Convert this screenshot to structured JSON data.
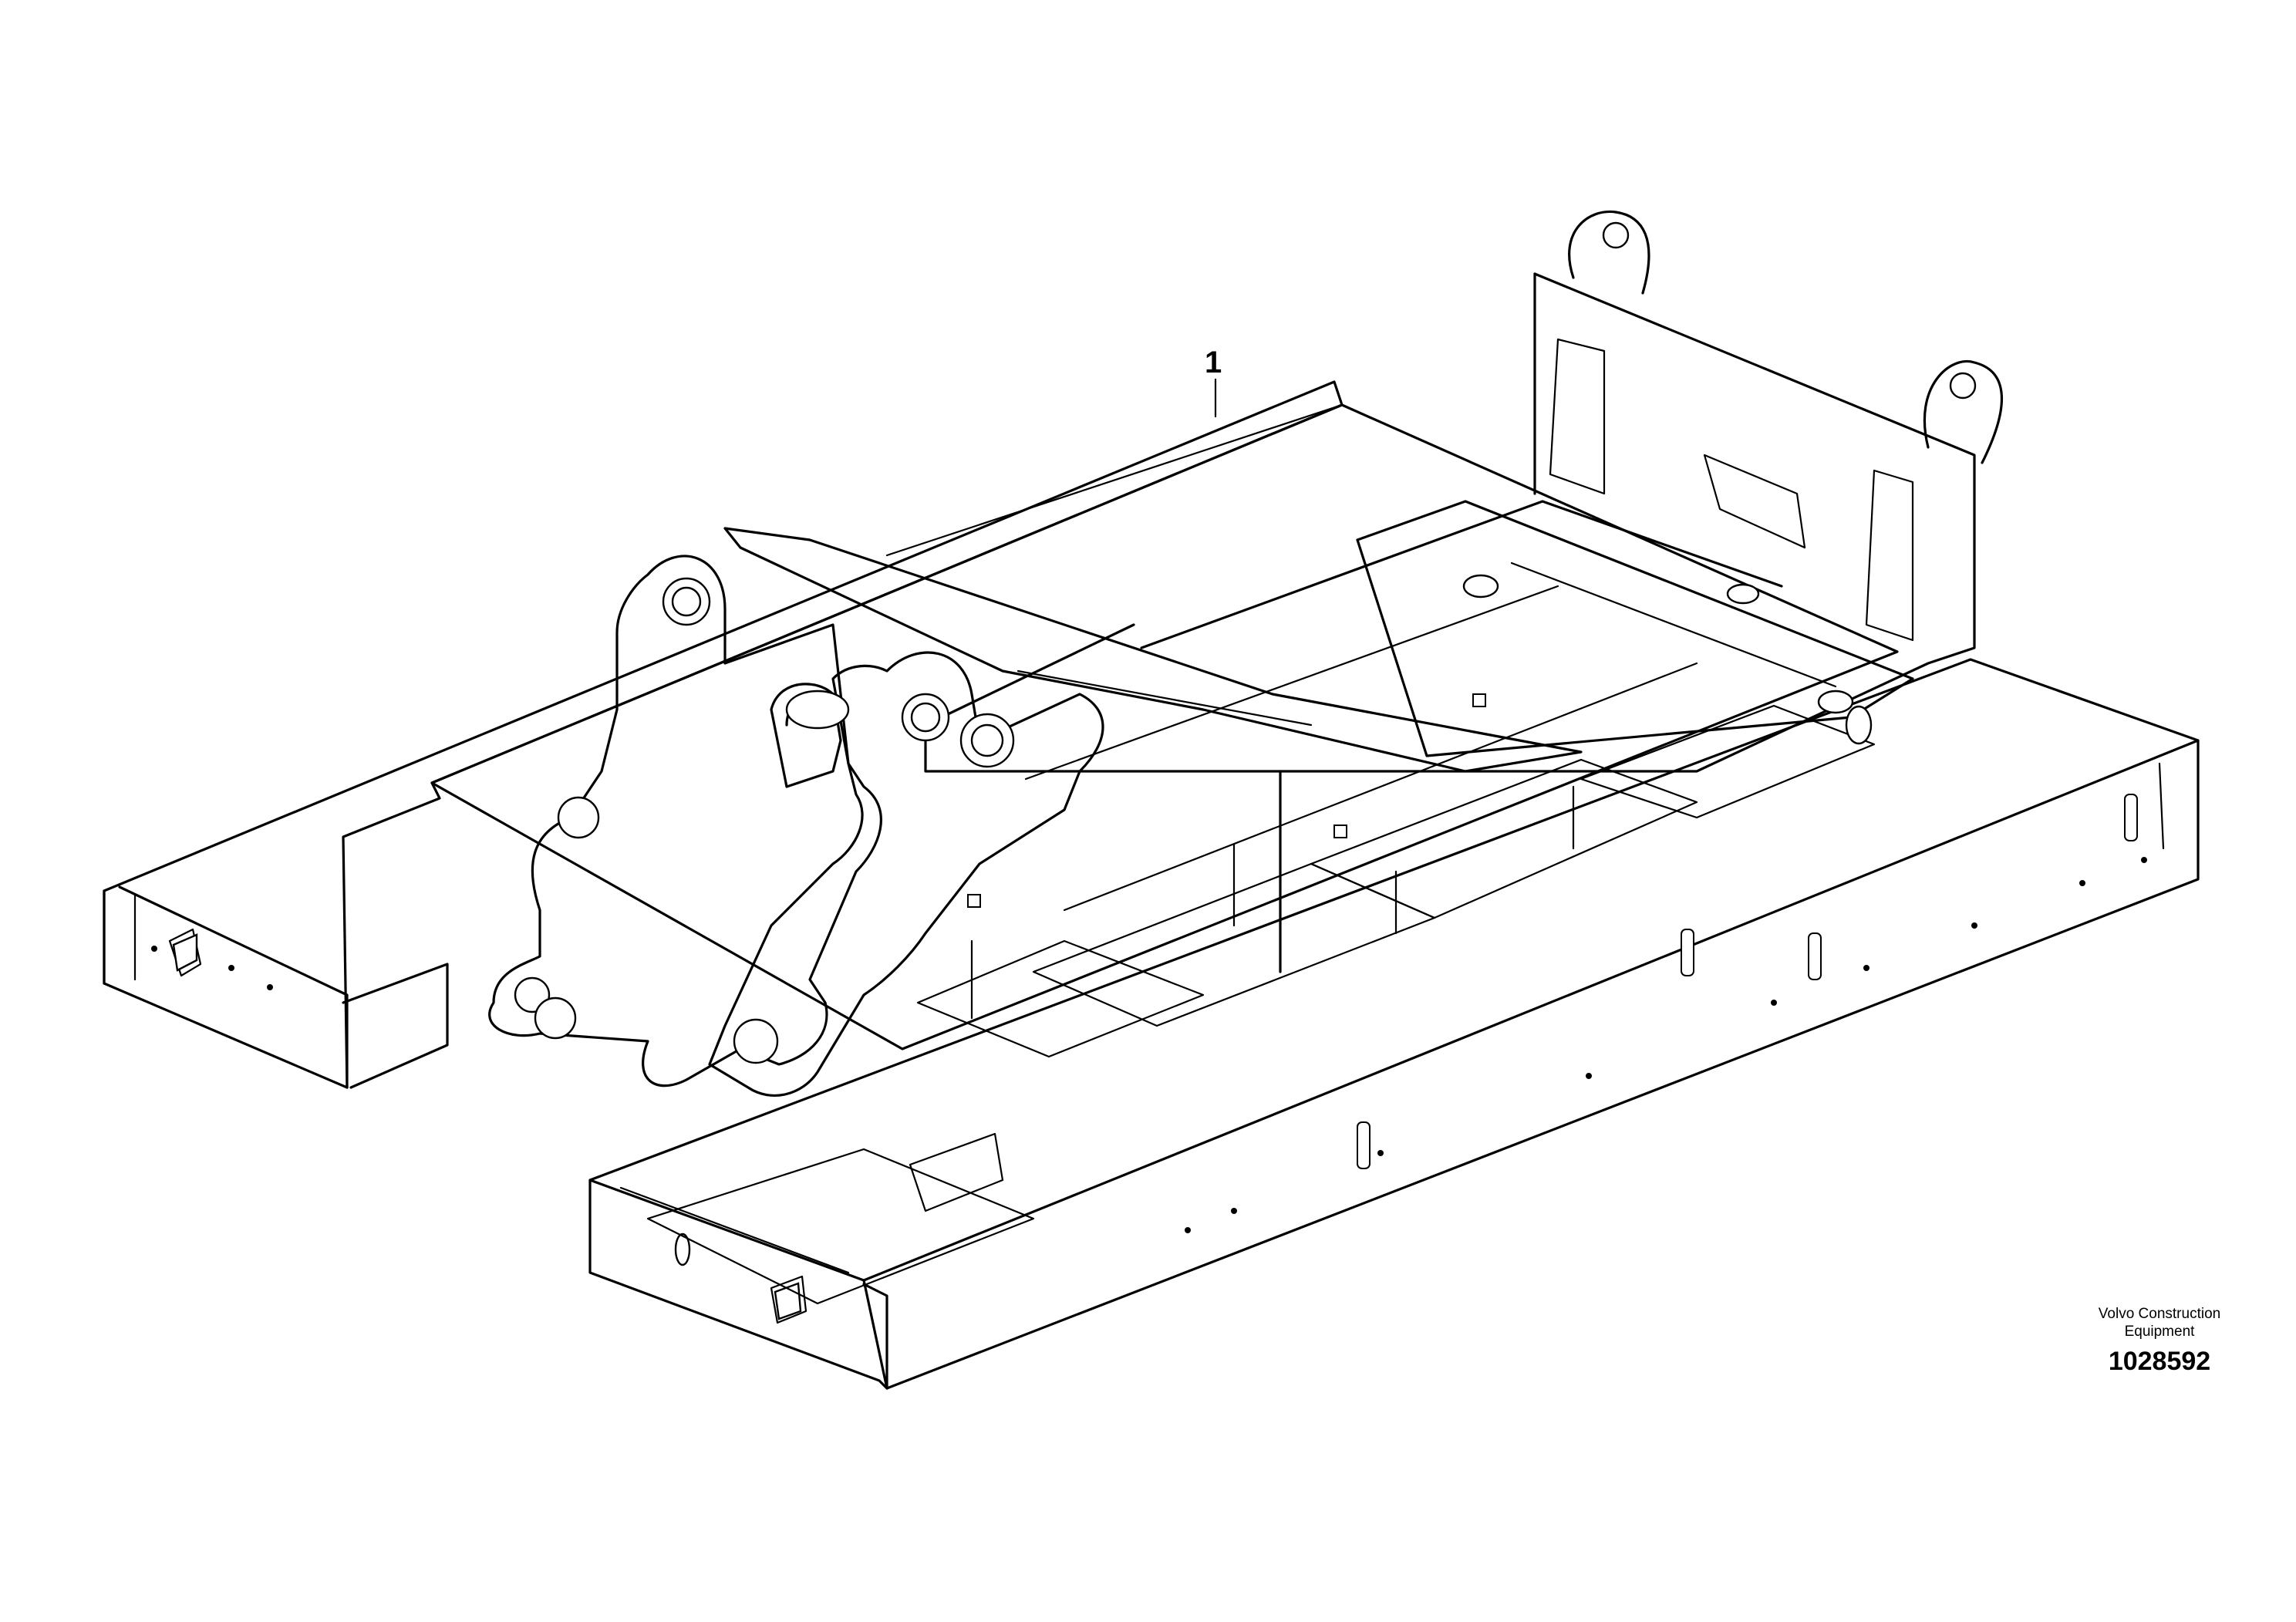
{
  "callouts": [
    {
      "label": "1"
    }
  ],
  "footer": {
    "company": "Volvo Construction\nEquipment",
    "company_line1": "Volvo Construction",
    "company_line2": "Equipment",
    "drawing_number": "1028592"
  }
}
